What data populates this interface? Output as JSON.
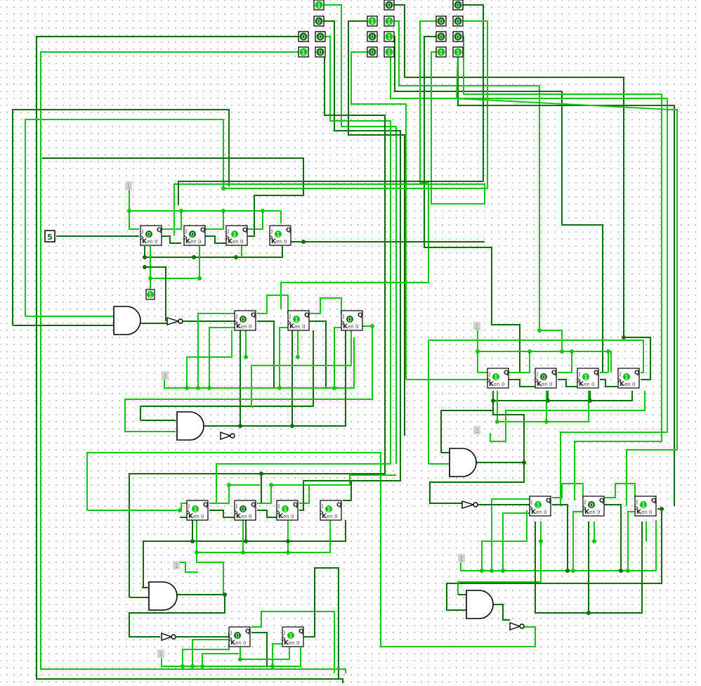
{
  "circuit": {
    "colors": {
      "wire_high": "#12c312",
      "wire_low": "#0a6e0a",
      "gate_outline": "#000000",
      "pin_fill_high": "#12c312",
      "pin_fill_low": "#0a6e0a",
      "const_bg": "#d4d4d4"
    },
    "clock_input": {
      "label": "5",
      "icon": "clock-icon"
    },
    "constants": [
      "1",
      "1",
      "1",
      "1",
      "1",
      "1",
      "1"
    ],
    "probe_output": {
      "value": "1"
    },
    "flipflop_labels": {
      "j": "J",
      "k": "K",
      "q": "Q",
      "enable": "en",
      "zero": "0"
    },
    "input_pins_top": [
      "1",
      "0",
      "0",
      "1",
      "0",
      "0",
      "1",
      "0",
      "0",
      "0",
      "1",
      "1",
      "1",
      "0",
      "0",
      "1",
      "0",
      "0",
      "0",
      "1"
    ],
    "counter_a": {
      "stage_values": [
        "0",
        "0",
        "1",
        "1"
      ]
    },
    "counter_b": {
      "stage_values": [
        "0",
        "1",
        "0"
      ]
    },
    "counter_c": {
      "stage_values": [
        "1",
        "0",
        "1",
        "1"
      ]
    },
    "counter_d": {
      "stage_values": [
        "0",
        "1"
      ]
    },
    "counter_e": {
      "stage_values": [
        "1",
        "0",
        "1",
        "1"
      ]
    },
    "counter_f": {
      "stage_values": [
        "1",
        "0",
        "1"
      ]
    }
  }
}
